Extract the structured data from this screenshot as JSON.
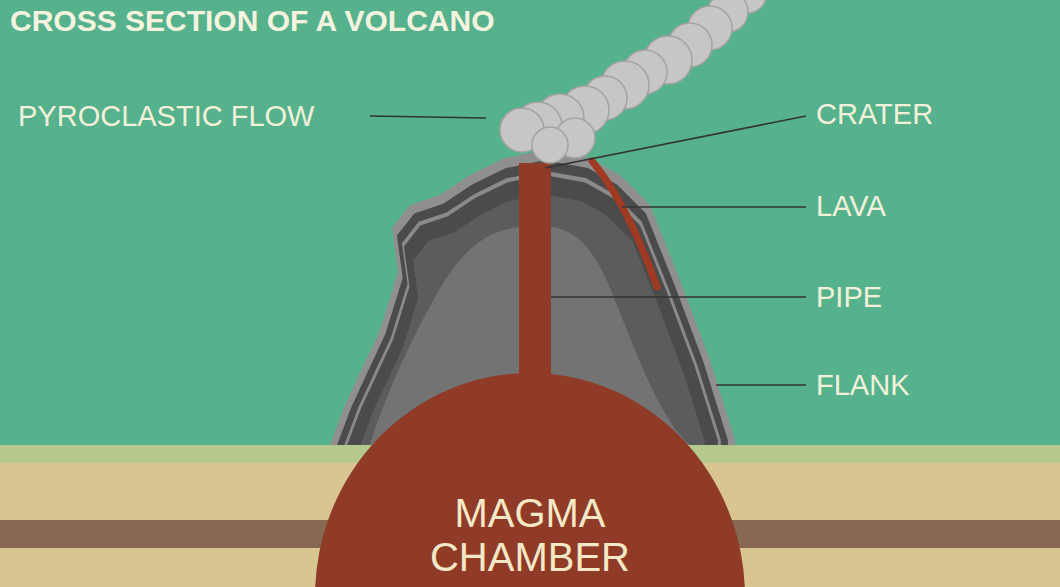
{
  "diagram": {
    "title": "CROSS SECTION OF A VOLCANO",
    "nodes": [
      {
        "text": [
          "MAGMA CHAMBER"
        ]
      }
    ],
    "labels": [
      "PYROCLASTIC FLOW",
      "CRATER",
      "LAVA",
      "PIPE",
      "FLANK"
    ]
  }
}
